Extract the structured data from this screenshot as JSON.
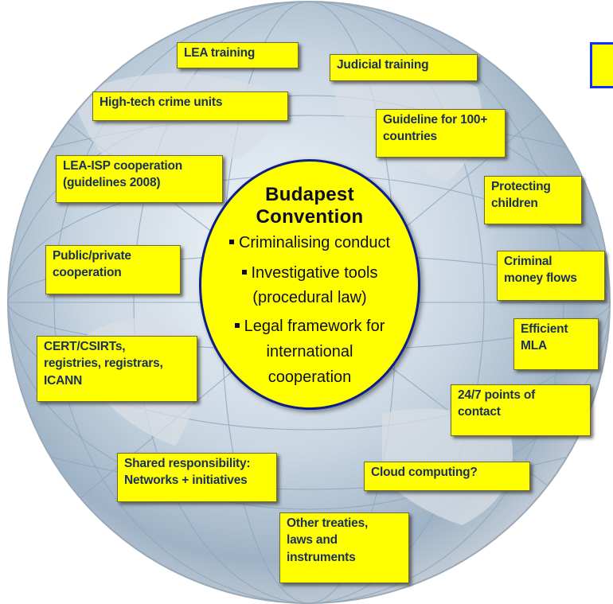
{
  "center": {
    "title": "Budapest\nConvention",
    "bullets": [
      "Criminalising conduct",
      "Investigative tools",
      "(procedural law)",
      "Legal framework for",
      "international",
      "cooperation"
    ]
  },
  "boxes": {
    "lea_training": "LEA training",
    "judicial_training": "Judicial training",
    "high_tech_crime_units": "High-tech crime units",
    "guideline_countries": "Guideline for 100+\ncountries",
    "lea_isp": "LEA-ISP cooperation\n(guidelines 2008)",
    "protecting_children": "Protecting\nchildren",
    "public_private": "Public/private\ncooperation",
    "criminal_money_flows": "Criminal\nmoney flows",
    "efficient_mla": "Efficient\nMLA",
    "cert_csirts": "CERT/CSIRTs,\nregistries, registrars,\nICANN",
    "points_of_contact": "24/7 points of\ncontact",
    "shared_responsibility": "Shared responsibility:\nNetworks + initiatives",
    "cloud_computing": "Cloud computing?",
    "other_treaties": "Other treaties,\nlaws and\ninstruments"
  },
  "colors": {
    "box_fill": "#ffff00",
    "box_text": "#1a2f5c",
    "circle_border": "#0b1e8a",
    "frame_border": "#1030ff"
  }
}
